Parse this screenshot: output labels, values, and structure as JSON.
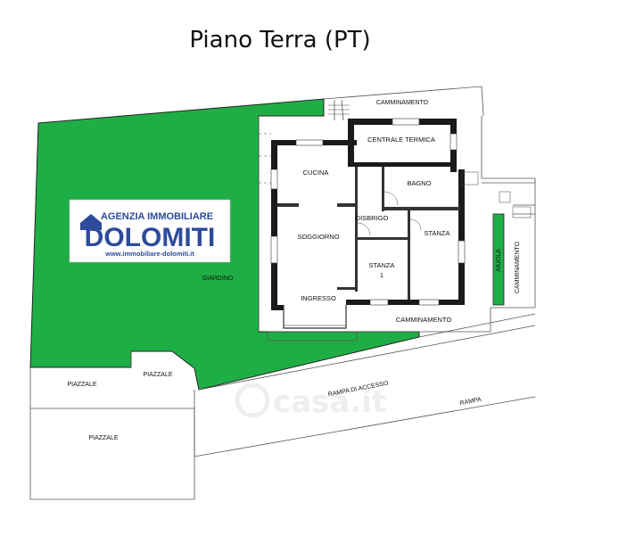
{
  "title": "Piano Terra (PT)",
  "logo": {
    "top_line": "AGENZIA IMMOBILIARE",
    "brand": "DOLOMITI",
    "url": "www.immobiliare-dolomiti.it",
    "colors": {
      "blue": "#2e4b9b",
      "grey": "#8a96b8"
    }
  },
  "rooms": {
    "centrale_termica": "CENTRALE TERMICA",
    "bagno": "BAGNO",
    "cucina": "CUCINA",
    "disbrigo": "DISBRIGO",
    "soggiorno": "SOGGIORNO",
    "stanza_1_line1": "STANZA",
    "stanza_1_line2": "1",
    "stanza_2": "STANZA",
    "ingresso": "INGRESSO"
  },
  "outdoor": {
    "camminamento_top": "CAMMINAMENTO",
    "camminamento_bottom": "CAMMINAMENTO",
    "camminamento_right": "CAMMINAMENTO",
    "giardino": "GIARDINO",
    "aiuola": "AIUOLA",
    "piazzale_left": "PIAZZALE",
    "piazzale_mid": "PIAZZALE",
    "piazzale_bottom": "PIAZZALE",
    "rampa_di_accesso": "RAMPA DI ACCESSO",
    "rampa": "RAMPA"
  },
  "watermark": "casa.it",
  "colors": {
    "garden": "#1fae45",
    "wall": "#1a1a1a",
    "line": "#555555"
  }
}
